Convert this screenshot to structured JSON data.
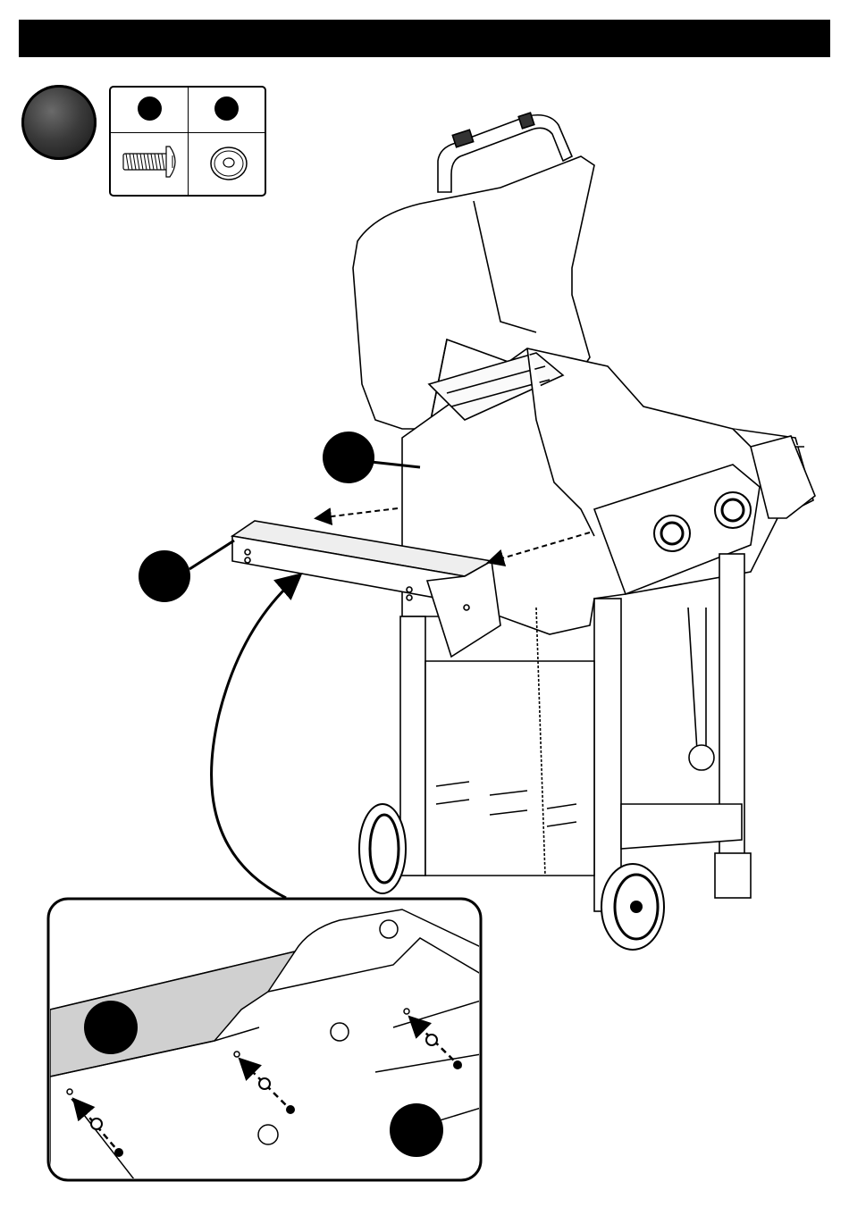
{
  "page": {
    "header_bar_color": "#000000",
    "accent": "#000000"
  },
  "step": {
    "icon": "step-number-circle"
  },
  "hardware": {
    "items": [
      {
        "icon": "screw-icon"
      },
      {
        "icon": "washer-icon"
      }
    ]
  },
  "callouts": {
    "icons": [
      "callout-dot-panel",
      "callout-dot-bracket",
      "callout-dot-detail-panel",
      "callout-dot-detail-hardware"
    ]
  }
}
